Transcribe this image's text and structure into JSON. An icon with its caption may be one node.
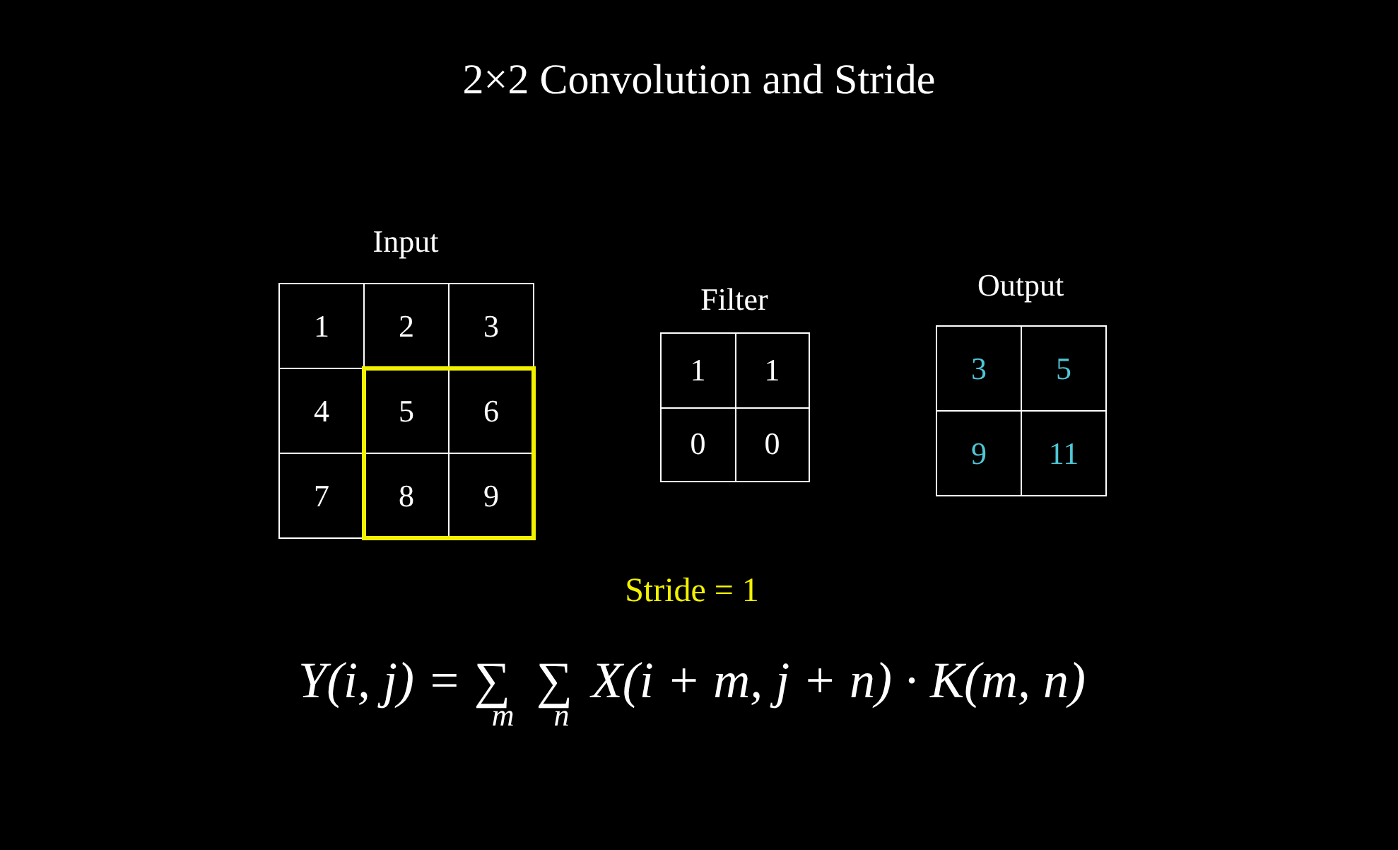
{
  "diagram": {
    "title": "2×2 Convolution and Stride",
    "labels": [
      "Input",
      "1",
      "2",
      "3",
      "4",
      "5",
      "6",
      "7",
      "8",
      "9",
      "Filter",
      "1",
      "1",
      "0",
      "0",
      "Output",
      "3",
      "5",
      "9",
      "11",
      "Stride = 1",
      "Y(i, j) = ∑$_{m}$ ∑$_{n}$ X(i + m, j + n) · K(m, n)"
    ]
  }
}
